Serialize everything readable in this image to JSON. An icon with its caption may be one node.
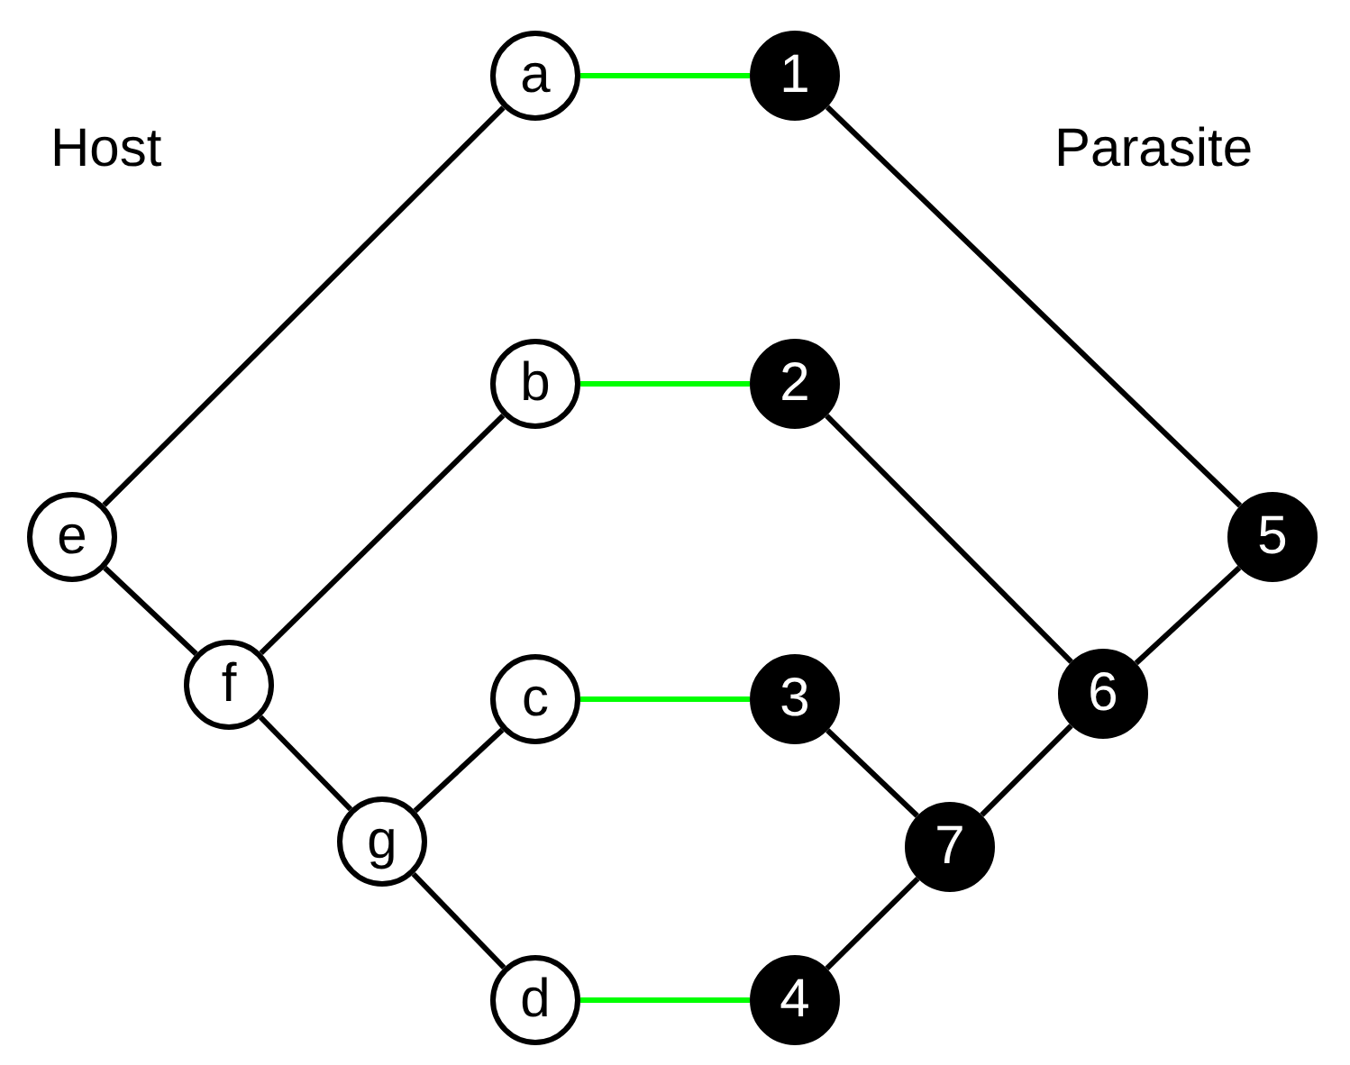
{
  "diagram": {
    "nodes": [
      {
        "text": [
          "a"
        ]
      },
      {
        "text": [
          "1"
        ]
      },
      {
        "text": [
          "b"
        ]
      },
      {
        "text": [
          "2"
        ]
      },
      {
        "text": [
          "e"
        ]
      },
      {
        "text": [
          "5"
        ]
      },
      {
        "text": [
          "f"
        ]
      },
      {
        "text": [
          "c"
        ]
      },
      {
        "text": [
          "3"
        ]
      },
      {
        "text": [
          "6"
        ]
      },
      {
        "text": [
          "g"
        ]
      },
      {
        "text": [
          "7"
        ]
      },
      {
        "text": [
          "d"
        ]
      },
      {
        "text": [
          "4"
        ]
      }
    ],
    "edges": [
      {
        "from": 0,
        "to": 1,
        "arrow": "none",
        "color": "#00ff00"
      },
      {
        "from": 2,
        "to": 3,
        "arrow": "none",
        "color": "#00ff00"
      },
      {
        "from": 7,
        "to": 8,
        "arrow": "none",
        "color": "#00ff00"
      },
      {
        "from": 12,
        "to": 13,
        "arrow": "none",
        "color": "#00ff00"
      },
      {
        "from": 4,
        "to": 0,
        "arrow": "none"
      },
      {
        "from": 4,
        "to": 6,
        "arrow": "none"
      },
      {
        "from": 6,
        "to": 2,
        "arrow": "none"
      },
      {
        "from": 6,
        "to": 10,
        "arrow": "none"
      },
      {
        "from": 10,
        "to": 7,
        "arrow": "none"
      },
      {
        "from": 10,
        "to": 12,
        "arrow": "none"
      },
      {
        "from": 1,
        "to": 5,
        "arrow": "none"
      },
      {
        "from": 5,
        "to": 9,
        "arrow": "none"
      },
      {
        "from": 9,
        "to": 3,
        "arrow": "none"
      },
      {
        "from": 9,
        "to": 11,
        "arrow": "none"
      },
      {
        "from": 11,
        "to": 8,
        "arrow": "none"
      },
      {
        "from": 11,
        "to": 13,
        "arrow": "none"
      }
    ],
    "labels": [
      "Host",
      "Parasite"
    ]
  }
}
